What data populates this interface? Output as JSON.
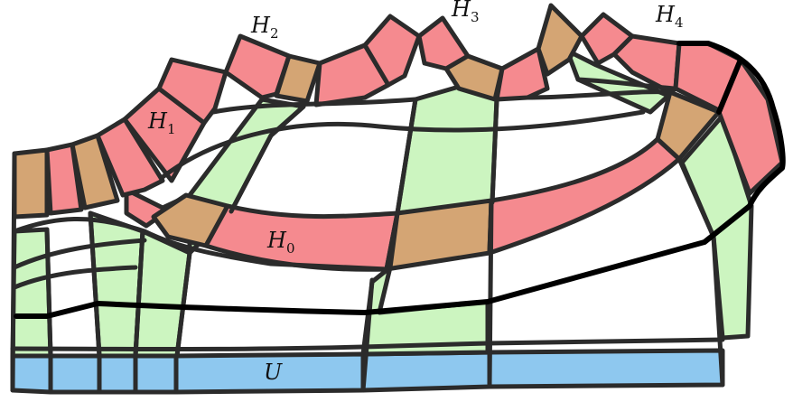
{
  "colors": {
    "handle_pink": "#f58a8f",
    "overlap_tan": "#d4a574",
    "column_green": "#ccf5c0",
    "base_blue": "#8ec8ef",
    "stroke": "#2b2b2b",
    "boundary": "#000000"
  },
  "labels": {
    "h0": {
      "main": "H",
      "sub": "0"
    },
    "h1": {
      "main": "H",
      "sub": "1"
    },
    "h2": {
      "main": "H",
      "sub": "2"
    },
    "h3": {
      "main": "H",
      "sub": "3"
    },
    "h4": {
      "main": "H",
      "sub": "4"
    },
    "u": {
      "main": "U"
    }
  }
}
